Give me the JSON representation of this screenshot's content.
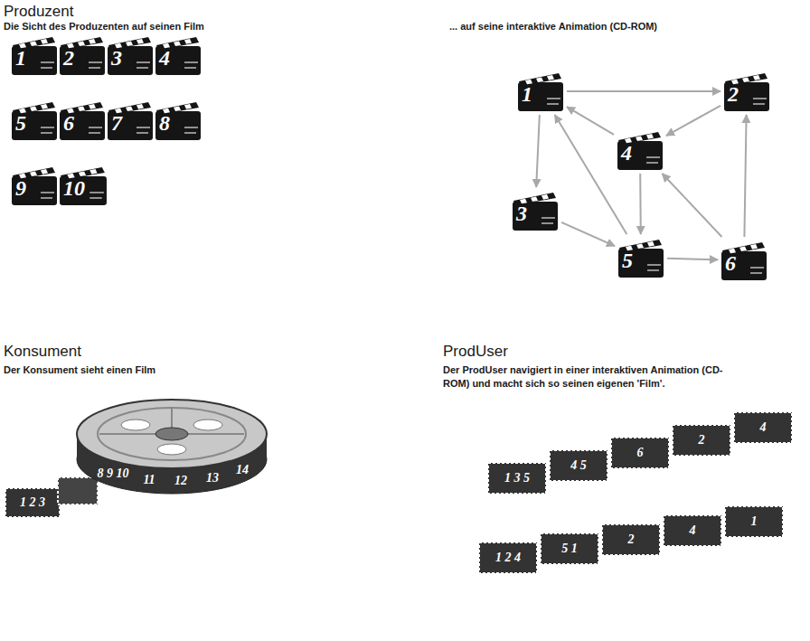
{
  "diagram": {
    "nodes": [
      {
        "text": [
          "1"
        ]
      },
      {
        "text": [
          "2"
        ]
      },
      {
        "text": [
          "3"
        ]
      },
      {
        "text": [
          "4"
        ]
      },
      {
        "text": [
          "5"
        ]
      },
      {
        "text": [
          "6"
        ]
      },
      {
        "text": [
          "7"
        ]
      },
      {
        "text": [
          "8"
        ]
      },
      {
        "text": [
          "9"
        ]
      },
      {
        "text": [
          "10"
        ]
      },
      {
        "text": [
          "1"
        ]
      },
      {
        "text": [
          "2"
        ]
      },
      {
        "text": [
          "3"
        ]
      },
      {
        "text": [
          "4"
        ]
      },
      {
        "text": [
          "5"
        ]
      },
      {
        "text": [
          "6"
        ]
      }
    ],
    "edges": [
      {
        "from": 10,
        "to": 11,
        "arrow": "to"
      },
      {
        "from": 10,
        "to": 12,
        "arrow": "to"
      },
      {
        "from": 12,
        "to": 14,
        "arrow": "to"
      },
      {
        "from": 14,
        "to": 15,
        "arrow": "to"
      },
      {
        "from": 15,
        "to": 11,
        "arrow": "to"
      },
      {
        "from": 11,
        "to": 13,
        "arrow": "to"
      },
      {
        "from": 13,
        "to": 10,
        "arrow": "to"
      },
      {
        "from": 13,
        "to": 14,
        "arrow": "to"
      },
      {
        "from": 14,
        "to": 10,
        "arrow": "to"
      },
      {
        "from": 15,
        "to": 13,
        "arrow": "to"
      }
    ],
    "labels": [
      "Produzent",
      "Die Sicht des Produzenten auf seinen Film",
      "... auf seine interaktive Animation (CD-ROM)",
      "Konsument",
      "Der Konsument sieht einen Film",
      "ProdUser",
      "Der ProdUser navigiert in einer interaktiven Animation (CD-ROM) und macht sich so seinen eigenen 'Film'.",
      "1 2 3",
      "8 9 10",
      "11",
      "12",
      "13",
      "14",
      "1 3 5",
      "4 5",
      "6",
      "2",
      "4",
      "1 2 4",
      "5 1",
      "2",
      "4",
      "1"
    ]
  }
}
